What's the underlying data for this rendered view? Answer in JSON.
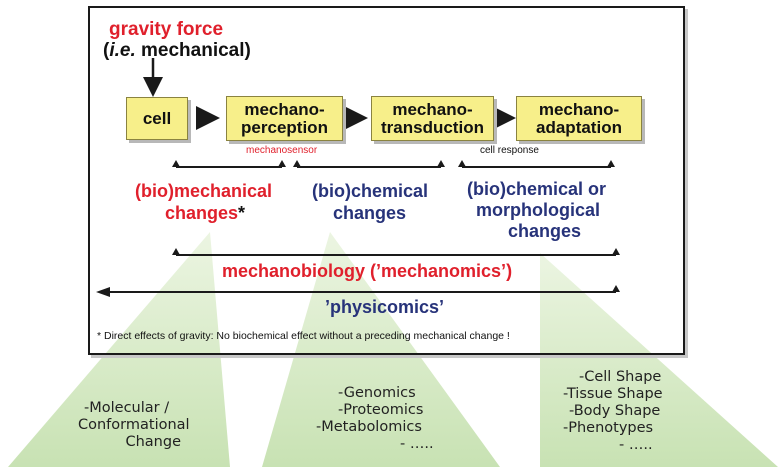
{
  "top_label": {
    "line1": "gravity force",
    "line2_italic": "i.e.",
    "line2_rest": " mechanical)",
    "line2_open": "("
  },
  "boxes": [
    {
      "line1": "cell",
      "line2": ""
    },
    {
      "line1": "mechano-",
      "line2": "perception"
    },
    {
      "line1": "mechano-",
      "line2": "transduction"
    },
    {
      "line1": "mechano-",
      "line2": "adaptation"
    }
  ],
  "small_labels": {
    "mechanosensor": "mechanosensor",
    "cell_response": "cell response"
  },
  "changes": {
    "mechanical_line1": "(bio)mechanical",
    "mechanical_line2": "changes",
    "mechanical_star": "*",
    "chemical_line1": "(bio)chemical",
    "chemical_line2": "changes",
    "morph_line1": "(bio)chemical or",
    "morph_line2": "morphological",
    "morph_line3": "changes"
  },
  "mechanobiology": "mechanobiology (’mechanomics’)",
  "physicomics": "’physicomics’",
  "footnote": "* Direct effects of gravity: No biochemical effect without a preceding mechanical change !",
  "lists": {
    "left": [
      "-Molecular /",
      "Conformational",
      "Change"
    ],
    "middle": [
      "-Genomics",
      "-Proteomics",
      "-Metabolomics",
      "- ….."
    ],
    "right": [
      "-Cell Shape",
      "-Tissue Shape",
      "-Body Shape",
      "-Phenotypes",
      "- ….."
    ]
  },
  "colors": {
    "red": "#e0202c",
    "navy": "#27337a",
    "box_fill": "#f7ef8a",
    "cone_fill": "#d4e8c4"
  }
}
